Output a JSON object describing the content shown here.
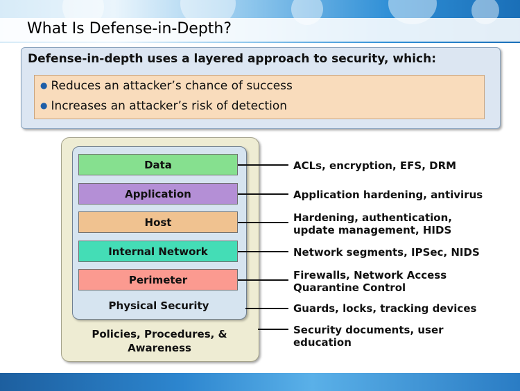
{
  "slide": {
    "title": "What Is Defense-in-Depth?"
  },
  "summary": {
    "heading": "Defense-in-depth uses a layered approach to security, which:",
    "bullets": [
      "Reduces an attacker’s chance of success",
      "Increases an attacker’s risk of detection"
    ]
  },
  "diagram": {
    "layers": [
      {
        "label": "Data",
        "color": "#86e08f",
        "controls": [
          "ACLs, encryption, EFS, DRM"
        ]
      },
      {
        "label": "Application",
        "color": "#b48fd6",
        "controls": [
          "Application hardening, antivirus"
        ]
      },
      {
        "label": "Host",
        "color": "#f0c290",
        "controls": [
          "Hardening, authentication,",
          "update management, HIDS"
        ]
      },
      {
        "label": "Internal Network",
        "color": "#44ddb6",
        "controls": [
          "Network segments, IPSec, NIDS"
        ]
      },
      {
        "label": "Perimeter",
        "color": "#fb9a90",
        "controls": [
          "Firewalls, Network Access",
          "Quarantine Control"
        ]
      }
    ],
    "physical": {
      "label": "Physical Security",
      "controls": [
        "Guards, locks, tracking devices"
      ]
    },
    "policies": {
      "label_lines": [
        "Policies, Procedures, &",
        "Awareness"
      ],
      "controls": [
        "Security documents, user",
        "education"
      ]
    }
  }
}
